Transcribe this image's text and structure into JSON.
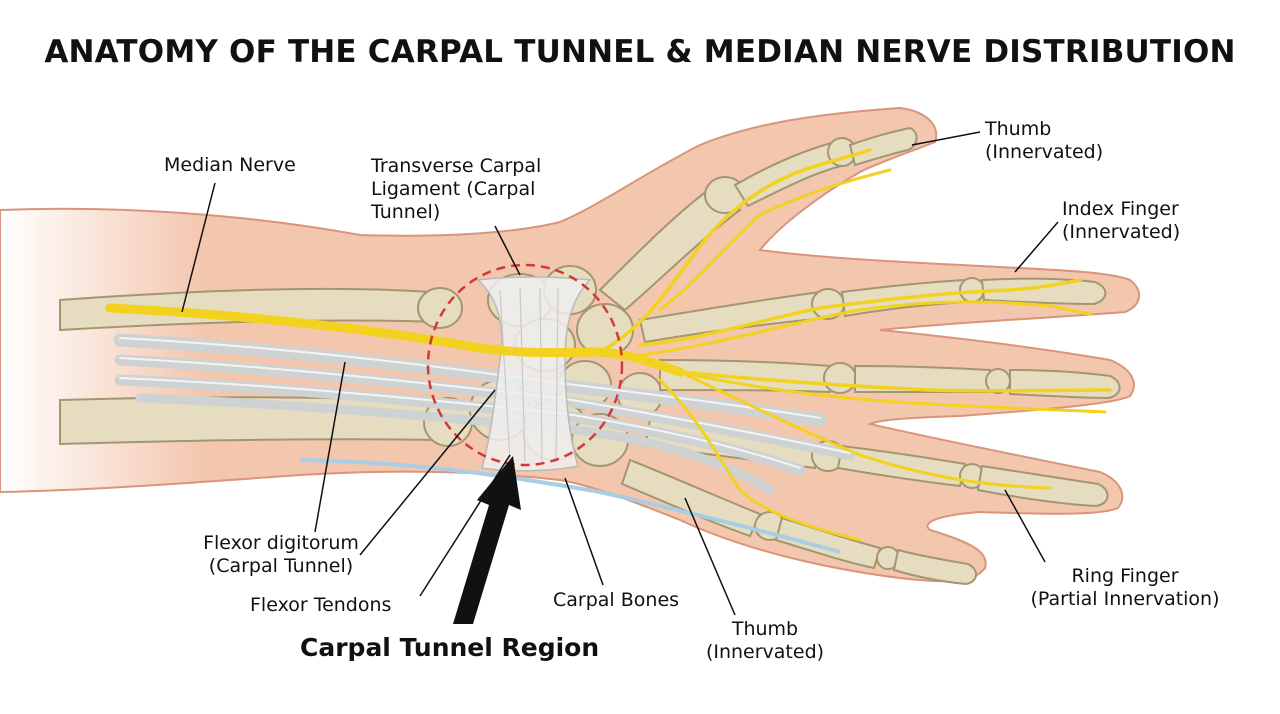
{
  "title": "ANATOMY OF THE CARPAL TUNNEL & MEDIAN NERVE DISTRIBUTION",
  "labels": {
    "median_nerve": "Median Nerve",
    "transverse_ligament": [
      "Transverse Carpal",
      "Ligament (Carpal",
      "Tunnel)"
    ],
    "thumb_top": [
      "Thumb",
      "(Innervated)"
    ],
    "index_finger": [
      "Index Finger",
      "(Innervated)"
    ],
    "flexor_digitorum": [
      "Flexor digitorum",
      "(Carpal Tunnel)"
    ],
    "flexor_tendons": "Flexor Tendons",
    "carpal_bones": "Carpal Bones",
    "thumb_bottom": [
      "Thumb",
      "(Innervated)"
    ],
    "ring_finger": [
      "Ring Finger",
      "(Partial Innervation)"
    ],
    "carpal_tunnel_region": "Carpal Tunnel Region"
  },
  "colors": {
    "skin": "#f3c6ae",
    "skin_outline": "#d9957b",
    "bone": "#e6dcc0",
    "bone_outline": "#a39670",
    "nerve": "#f2d21e",
    "tendon": "#d4d6d6",
    "tunnel_circle": "#d23a3a",
    "vessel": "#a9cde3"
  }
}
